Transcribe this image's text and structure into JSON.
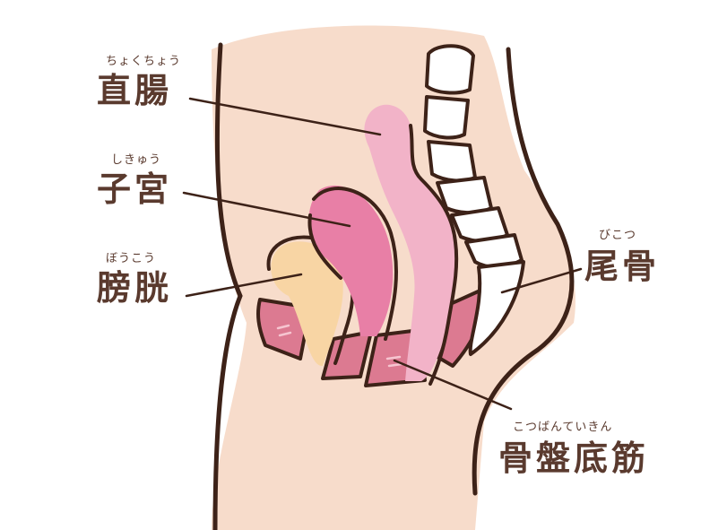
{
  "labels": {
    "rectum": {
      "ruby": "ちょくちょう",
      "text": "直腸"
    },
    "uterus": {
      "ruby": "しきゅう",
      "text": "子宮"
    },
    "bladder": {
      "ruby": "ぼうこう",
      "text": "膀胱"
    },
    "coccyx": {
      "ruby": "びこつ",
      "text": "尾骨"
    },
    "pelvic_floor": {
      "ruby": "こつばんていきん",
      "text": "骨盤底筋"
    }
  },
  "colors": {
    "outline": "#3d2218",
    "skin": "#f7dccb",
    "rectum": "#f2b3c8",
    "uterus": "#e87fa6",
    "bladder": "#f8d5a4",
    "muscle": "#dc7a91",
    "bone": "#ffffff",
    "text": "#5a3a2e"
  }
}
